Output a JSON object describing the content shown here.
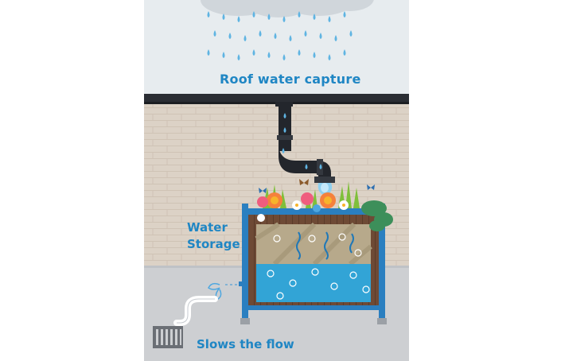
{
  "labels": {
    "roof": "Roof water capture",
    "storage_line1": "Water",
    "storage_line2": "Storage",
    "flow": "Slows the flow"
  },
  "colors": {
    "sky": "#e7ecef",
    "brick_wall": "#dcd2c6",
    "ground": "#cdcfd2",
    "gutter": "#2a2d33",
    "pipe": "#23262c",
    "water_drop": "#5fb4e2",
    "planter_wood": "#6e4a35",
    "planter_frame": "#2a7fc0",
    "water": "#32a4d6",
    "soil_filter": "#b7a98b",
    "label": "#1f86c4"
  },
  "icons": [
    "cloud-icon",
    "rain-drop-icon",
    "butterfly-icon",
    "flower-icon",
    "grate-icon"
  ]
}
